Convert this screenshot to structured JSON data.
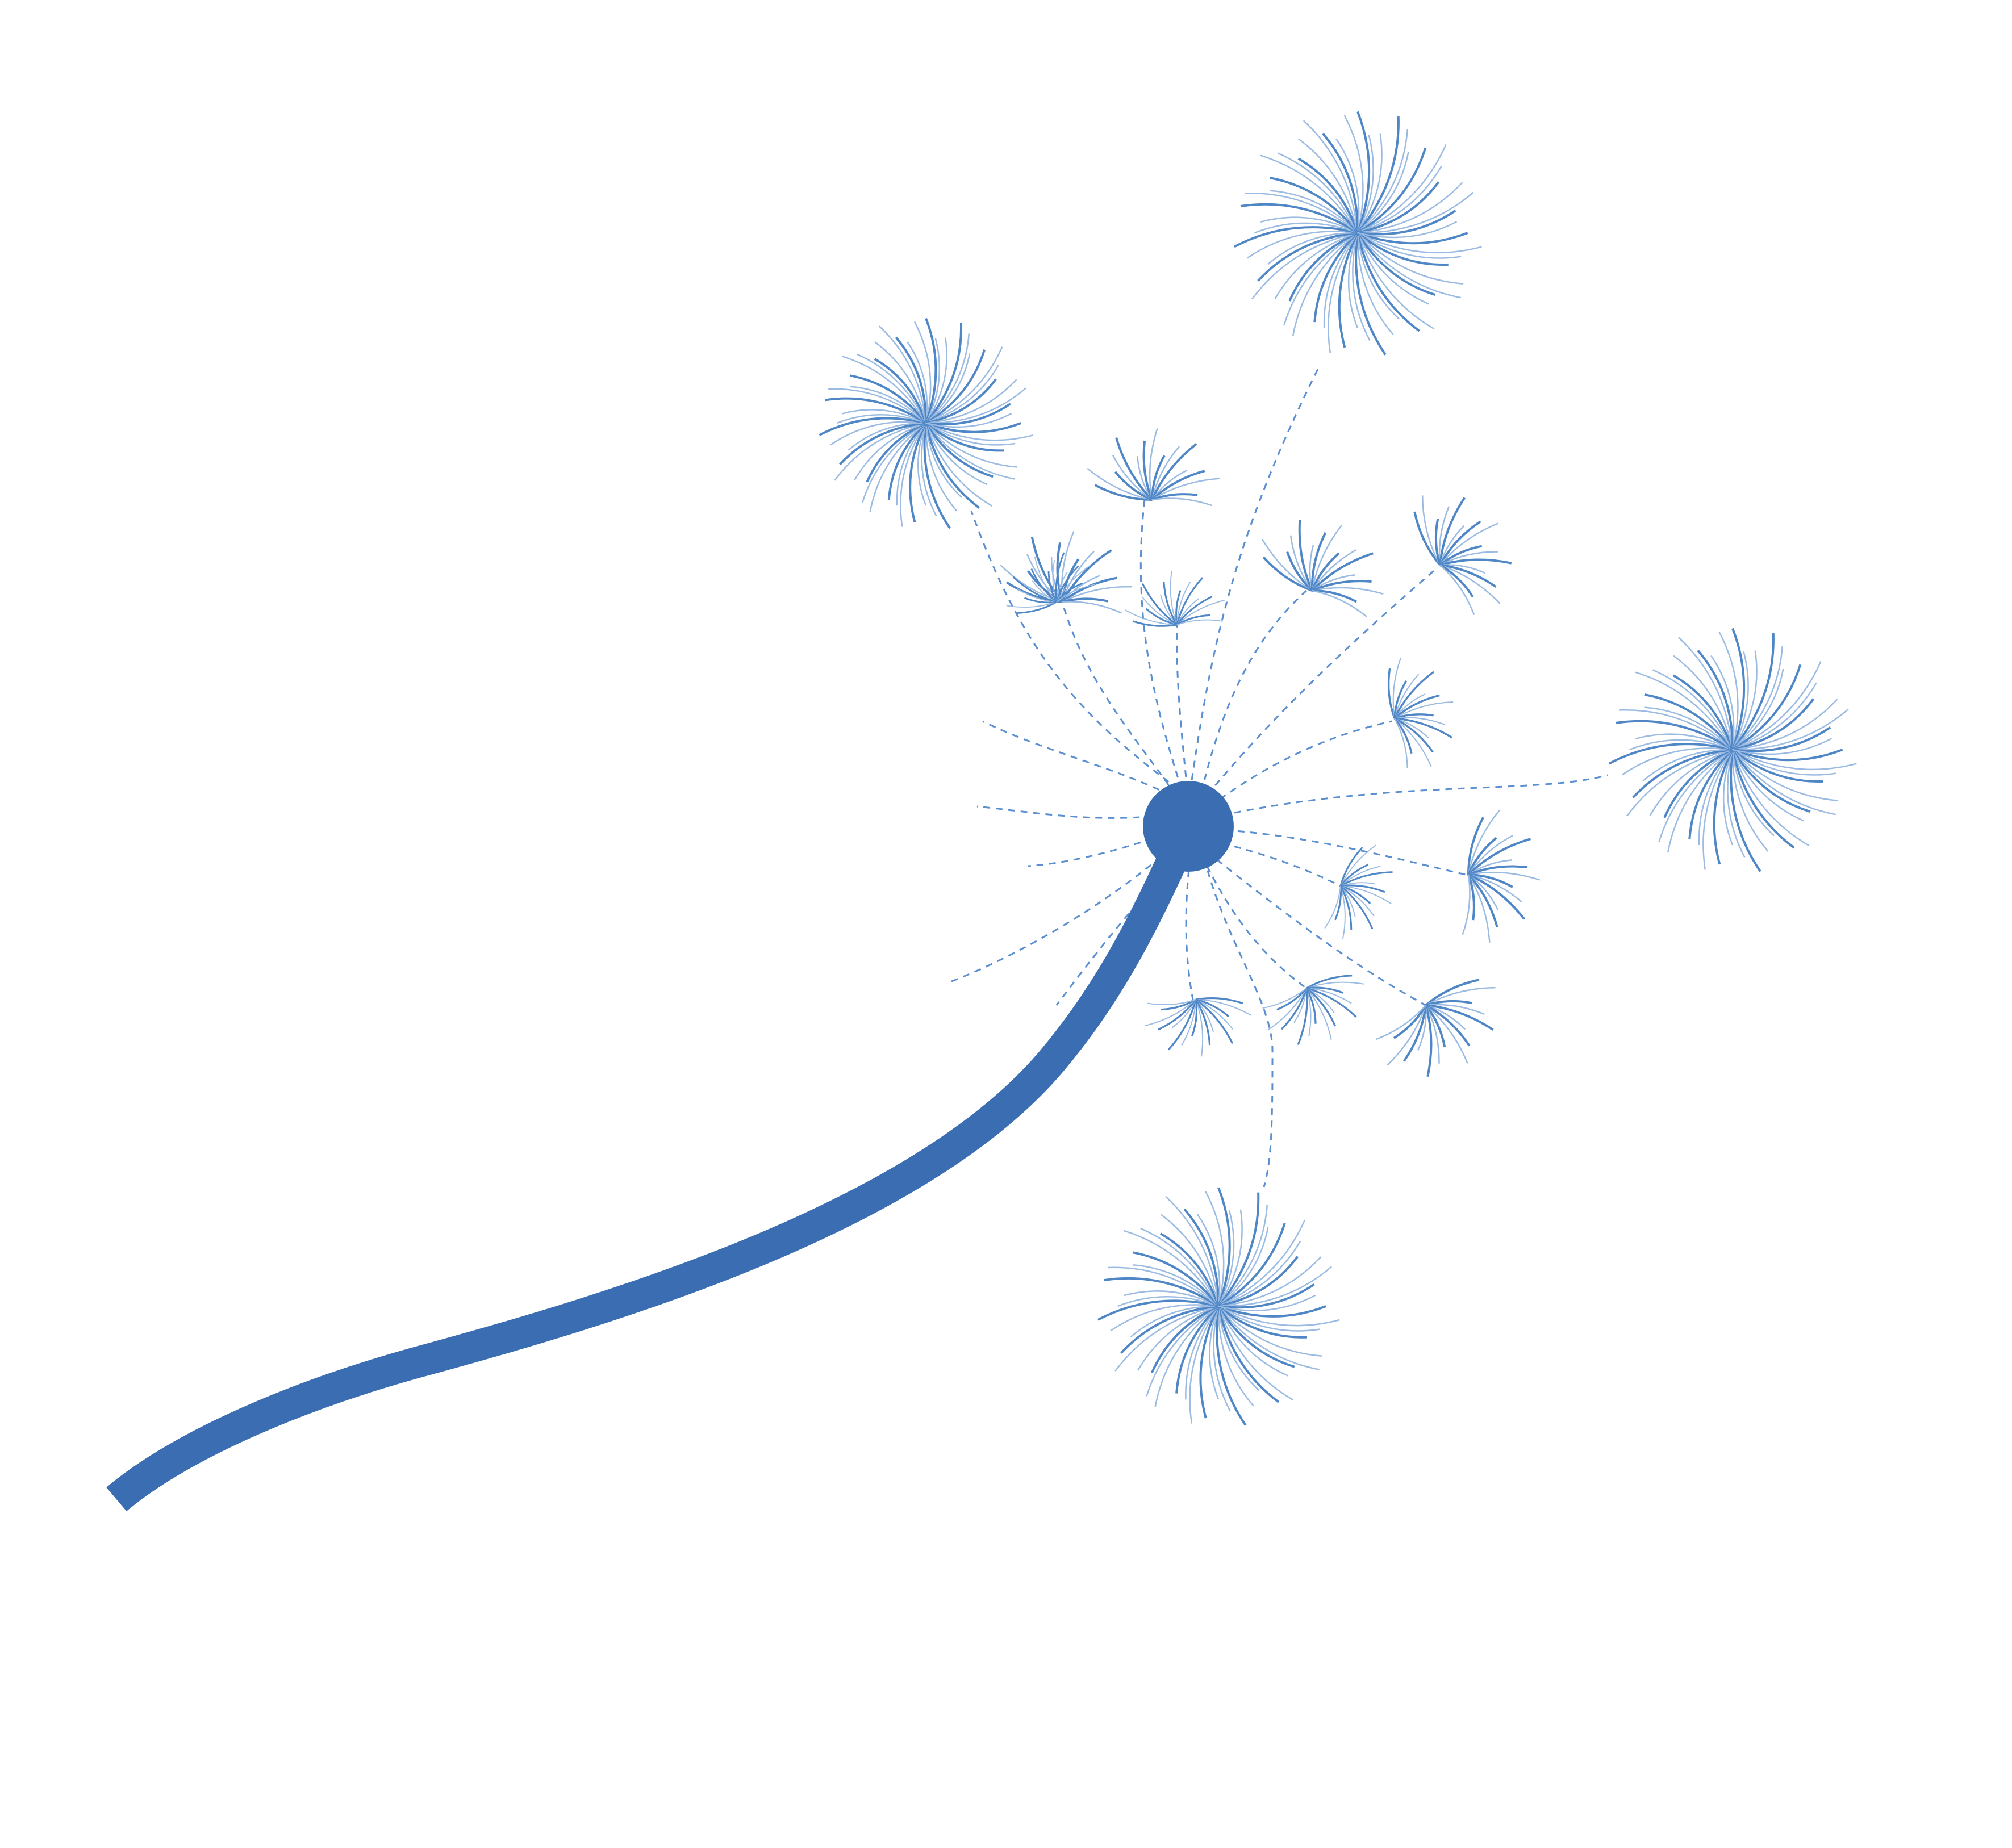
{
  "image": {
    "subject": "dandelion",
    "colors": {
      "background": "#ffffff",
      "stem": "#3a6db1",
      "head": "#3a6db1",
      "seed_dark": "#4f86c6",
      "seed_light": "#9bbbe2",
      "dash": "#5b8fd0"
    }
  },
  "parts": {
    "stem": "dandelion-stem",
    "head": "dandelion-head",
    "seed_heads": [
      {
        "id": "seed-head-top",
        "kind": "full"
      },
      {
        "id": "seed-head-upper-left",
        "kind": "full"
      },
      {
        "id": "seed-head-right",
        "kind": "full"
      },
      {
        "id": "seed-head-bottom",
        "kind": "full"
      },
      {
        "id": "seed-fan-1",
        "kind": "fan"
      },
      {
        "id": "seed-fan-2",
        "kind": "fan"
      },
      {
        "id": "seed-fan-3",
        "kind": "fan"
      },
      {
        "id": "seed-fan-4",
        "kind": "fan"
      },
      {
        "id": "seed-fan-5",
        "kind": "fan"
      },
      {
        "id": "seed-fan-6",
        "kind": "fan"
      },
      {
        "id": "seed-fan-7",
        "kind": "fan"
      },
      {
        "id": "seed-fan-8",
        "kind": "fan"
      },
      {
        "id": "seed-fan-9",
        "kind": "fan"
      },
      {
        "id": "seed-fan-10",
        "kind": "fan"
      },
      {
        "id": "seed-fan-11",
        "kind": "fan"
      },
      {
        "id": "seed-fan-12",
        "kind": "fan"
      }
    ]
  }
}
